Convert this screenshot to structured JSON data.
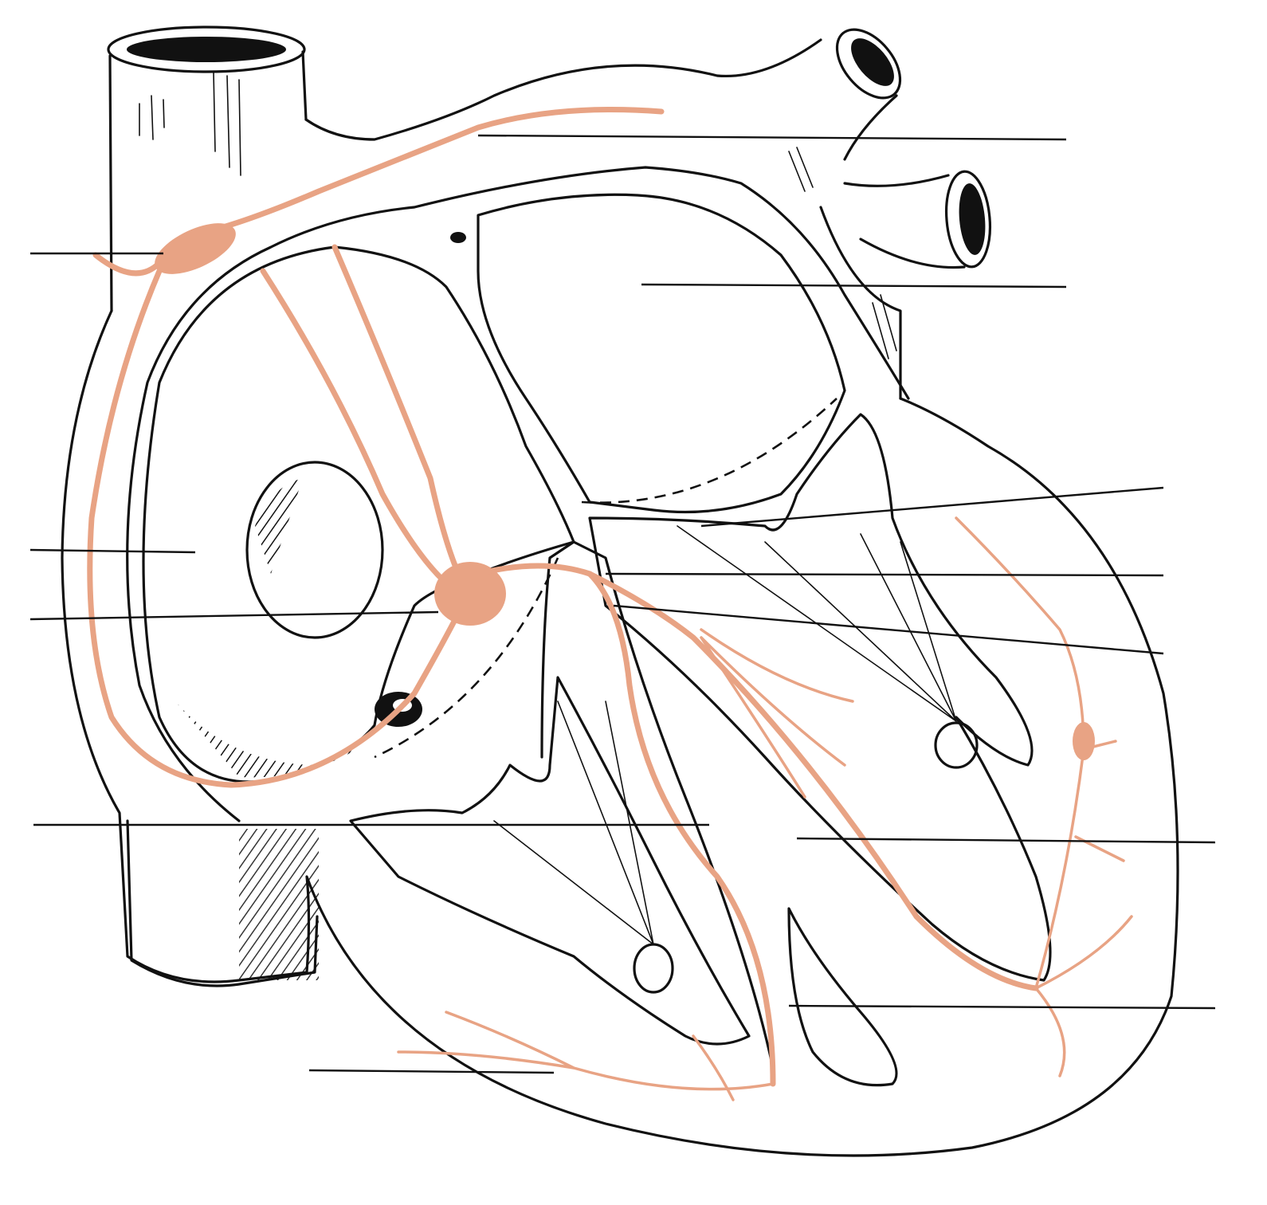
{
  "colors": {
    "ink": "#111111",
    "conduction": "#e8a384",
    "background": "#ffffff"
  },
  "labels": [
    {
      "id": "label-1",
      "text": ""
    },
    {
      "id": "label-2",
      "text": ""
    },
    {
      "id": "label-3",
      "text": ""
    },
    {
      "id": "label-4",
      "text": ""
    },
    {
      "id": "label-5",
      "text": ""
    },
    {
      "id": "label-6",
      "text": ""
    },
    {
      "id": "label-7",
      "text": ""
    },
    {
      "id": "label-8",
      "text": ""
    },
    {
      "id": "label-9",
      "text": ""
    },
    {
      "id": "label-10",
      "text": ""
    },
    {
      "id": "label-11",
      "text": ""
    },
    {
      "id": "label-12",
      "text": ""
    }
  ]
}
